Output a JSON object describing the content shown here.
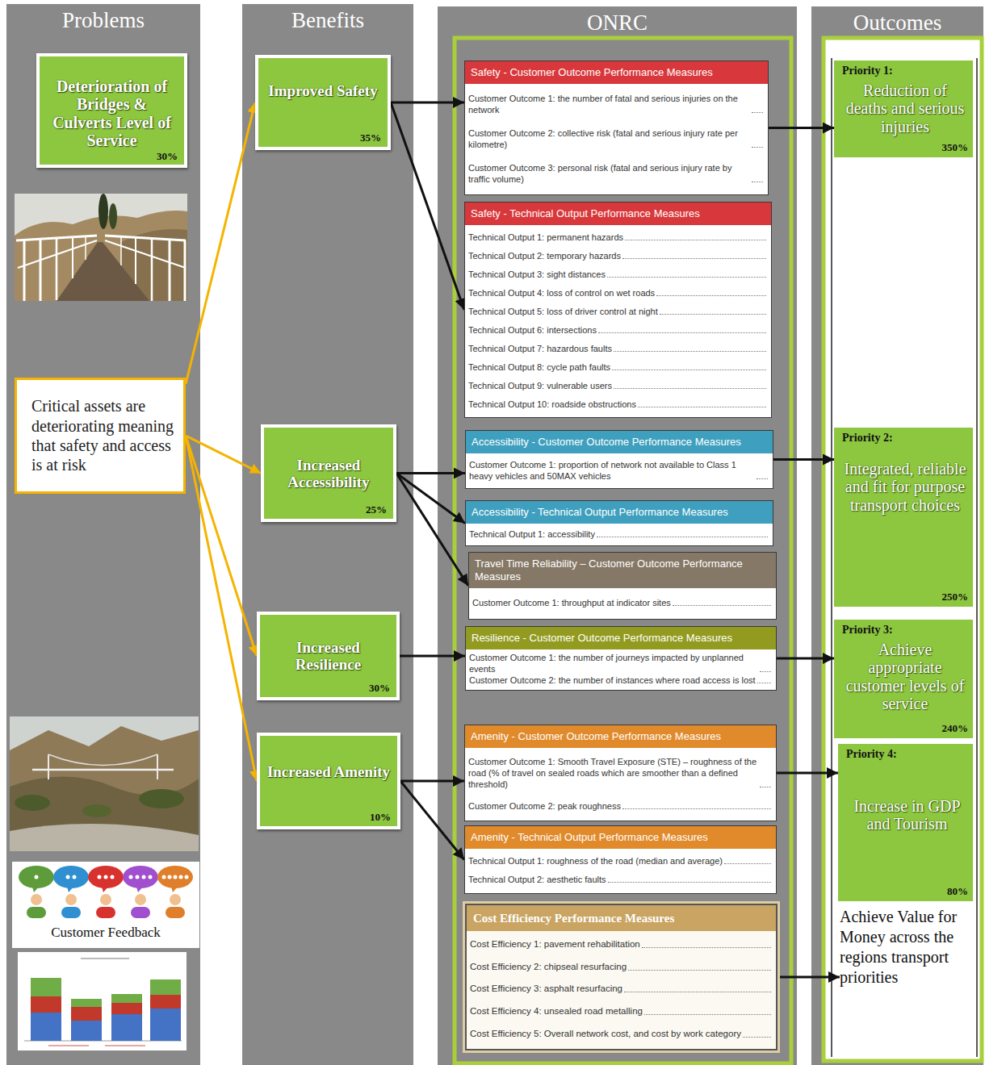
{
  "diagram": {
    "nodes": [
      {
        "text": [
          "Problems"
        ]
      },
      {
        "text": [
          "Deterioration of Bridges & Culverts Level of Service",
          "30%"
        ],
        "in": 0
      },
      {
        "text": [
          "Critical assets are deteriorating meaning that safety and access is at risk"
        ],
        "in": 0
      },
      {
        "text": [
          "Benefits"
        ]
      },
      {
        "text": [
          "Improved Safety",
          "35%"
        ],
        "in": 3
      },
      {
        "text": [
          "Increased Accessibility",
          "25%"
        ],
        "in": 3
      },
      {
        "text": [
          "Increased Resilience",
          "30%"
        ],
        "in": 3
      },
      {
        "text": [
          "Increased Amenity",
          "10%"
        ],
        "in": 3
      },
      {
        "text": [
          "ONRC"
        ]
      },
      {
        "text": [
          "Safety - Customer Outcome Performance Measures",
          "Customer Outcome 1: the number of fatal and serious injuries on the network",
          "Customer Outcome 2: collective risk (fatal and serious injury rate per kilometre)",
          "Customer Outcome 3: personal risk (fatal and serious injury rate by traffic volume)"
        ],
        "in": 8
      },
      {
        "text": [
          "Safety - Technical Output Performance Measures",
          "Technical Output 1: permanent hazards",
          "Technical Output 2: temporary hazards",
          "Technical Output 3: sight distances",
          "Technical Output 4: loss of control on wet roads",
          "Technical Output 5: loss of driver control at night",
          "Technical Output 6: intersections",
          "Technical Output 7: hazardous faults",
          "Technical Output 8: cycle path faults",
          "Technical Output 9: vulnerable users",
          "Technical Output 10: roadside obstructions"
        ],
        "in": 8
      },
      {
        "text": [
          "Accessibility - Customer Outcome Performance Measures",
          "Customer Outcome 1: proportion of network not available to Class 1 heavy vehicles and 50MAX vehicles"
        ],
        "in": 8
      },
      {
        "text": [
          "Accessibility - Technical Output Performance Measures",
          "Technical Output 1: accessibility"
        ],
        "in": 8
      },
      {
        "text": [
          "Travel Time Reliability – Customer Outcome Performance Measures",
          "Customer Outcome 1: throughput at indicator sites"
        ],
        "in": 8
      },
      {
        "text": [
          "Resilience - Customer Outcome Performance Measures",
          "Customer Outcome 1: the number of journeys impacted by unplanned events",
          "Customer Outcome 2: the number of instances where road access is lost"
        ],
        "in": 8
      },
      {
        "text": [
          "Amenity - Customer Outcome Performance Measures",
          "Customer Outcome 1: Smooth Travel Exposure (STE) – roughness of the road (% of travel on sealed roads which are smoother than a defined threshold)",
          "Customer Outcome 2: peak roughness"
        ],
        "in": 8
      },
      {
        "text": [
          "Amenity - Technical Output Performance Measures",
          "Technical Output 1: roughness of the road (median and average)",
          "Technical Output 2: aesthetic faults"
        ],
        "in": 8
      },
      {
        "text": [
          "Cost Efficiency Performance Measures",
          "Cost Efficiency 1: pavement rehabilitation",
          "Cost Efficiency 2: chipseal resurfacing",
          "Cost Efficiency 3: asphalt resurfacing",
          "Cost Efficiency 4: unsealed road metalling",
          "Cost Efficiency 5: Overall network cost, and cost by work category"
        ],
        "in": 8
      },
      {
        "text": [
          "Outcomes"
        ]
      },
      {
        "text": [
          "Priority 1:",
          "Reduction of deaths and serious injuries",
          "350%"
        ],
        "in": 18
      },
      {
        "text": [
          "Priority 2:",
          "Integrated, reliable and fit for purpose transport choices",
          "250%"
        ],
        "in": 18
      },
      {
        "text": [
          "Priority 3:",
          "Achieve appropriate customer levels of service",
          "240%"
        ],
        "in": 18
      },
      {
        "text": [
          "Priority 4:",
          "Increase in GDP and Tourism",
          "80%"
        ],
        "in": 18
      },
      {
        "text": [
          "Achieve Value for Money across the regions transport priorities"
        ],
        "in": 18
      }
    ],
    "edges": [
      {
        "from": 2,
        "to": 4,
        "arrow": "to"
      },
      {
        "from": 2,
        "to": 5,
        "arrow": "to"
      },
      {
        "from": 2,
        "to": 6,
        "arrow": "to"
      },
      {
        "from": 2,
        "to": 7,
        "arrow": "to"
      },
      {
        "from": 4,
        "to": 9,
        "arrow": "to"
      },
      {
        "from": 4,
        "to": 10,
        "arrow": "to"
      },
      {
        "from": 5,
        "to": 11,
        "arrow": "to"
      },
      {
        "from": 5,
        "to": 12,
        "arrow": "to"
      },
      {
        "from": 5,
        "to": 13,
        "arrow": "to"
      },
      {
        "from": 6,
        "to": 14,
        "arrow": "to"
      },
      {
        "from": 7,
        "to": 15,
        "arrow": "to"
      },
      {
        "from": 7,
        "to": 16,
        "arrow": "to"
      },
      {
        "from": 9,
        "to": 19,
        "arrow": "to"
      },
      {
        "from": 11,
        "to": 20,
        "arrow": "to"
      },
      {
        "from": 14,
        "to": 21,
        "arrow": "to"
      },
      {
        "from": 15,
        "to": 22,
        "arrow": "to"
      },
      {
        "from": 17,
        "to": 23,
        "arrow": "to"
      }
    ],
    "labels": [
      "Customer Feedback"
    ]
  }
}
